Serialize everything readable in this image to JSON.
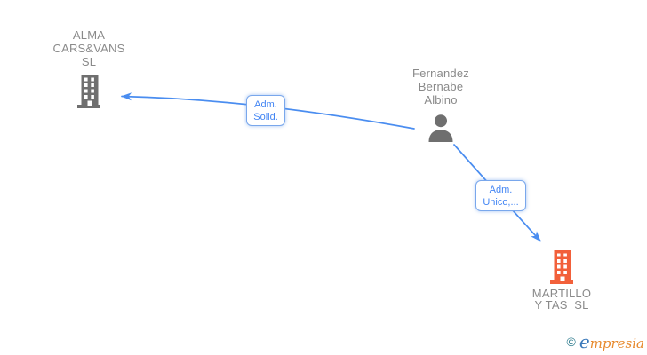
{
  "page": {
    "background": "#ffffff"
  },
  "diagram": {
    "nodes": [
      {
        "id": "alma-cars-vans-sl",
        "type": "company",
        "icon": "building-icon",
        "lines": [
          "ALMA",
          "CARS&VANS",
          "SL"
        ]
      },
      {
        "id": "fernandez-bernabe-albino",
        "type": "person",
        "icon": "person-icon",
        "lines": [
          "Fernandez",
          "Bernabe",
          "Albino"
        ]
      },
      {
        "id": "martillo-y-tas-sl",
        "type": "company",
        "icon": "building-icon",
        "lines": [
          "MARTILLO",
          "Y TAS  SL"
        ]
      }
    ],
    "edges": [
      {
        "from": "fernandez-bernabe-albino",
        "to": "alma-cars-vans-sl",
        "lines": [
          "Adm.",
          "Solid."
        ]
      },
      {
        "from": "fernandez-bernabe-albino",
        "to": "martillo-y-tas-sl",
        "lines": [
          "Adm.",
          "Unico,..."
        ]
      }
    ]
  },
  "footer": {
    "copyright_symbol": "©",
    "brand_first_letter": "e",
    "brand_rest": "mpresia"
  },
  "colors": {
    "page_bg": "#ffffff",
    "node_text": "#8a8a8a",
    "icon_gray": "#6f6f6f",
    "icon_orange": "#f2603a",
    "edge_blue": "#4a8df0",
    "edge_border": "#79a7ec",
    "edge_text": "#4285f4",
    "brand_teal": "#2b7a8c",
    "brand_blue": "#3b79ba",
    "brand_orange": "#e78a2e"
  }
}
